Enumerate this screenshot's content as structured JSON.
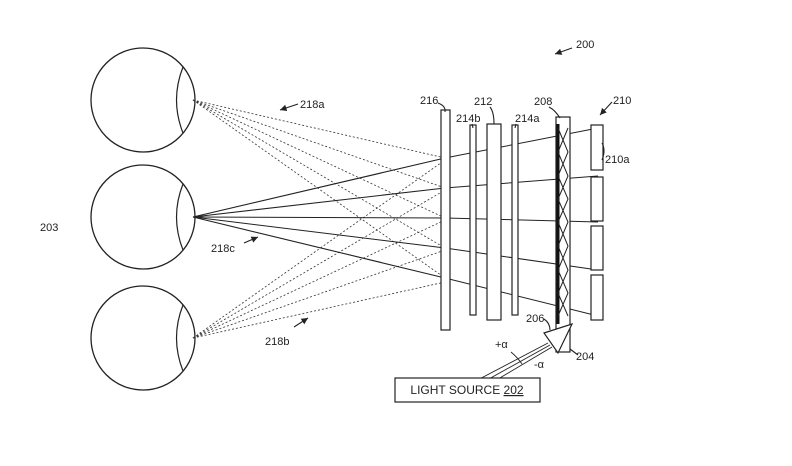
{
  "labels": {
    "figure_ref": "200",
    "eye": "203",
    "ray_top": "218a",
    "ray_mid": "218c",
    "ray_bottom": "218b",
    "element_216": "216",
    "element_214b": "214b",
    "element_212": "212",
    "element_214a": "214a",
    "element_208": "208",
    "element_210": "210",
    "element_210a": "210a",
    "element_206": "206",
    "element_204": "204",
    "angle_plus": "+α",
    "angle_minus": "-α"
  },
  "light_source": {
    "text": "LIGHT SOURCE ",
    "number": "202"
  }
}
